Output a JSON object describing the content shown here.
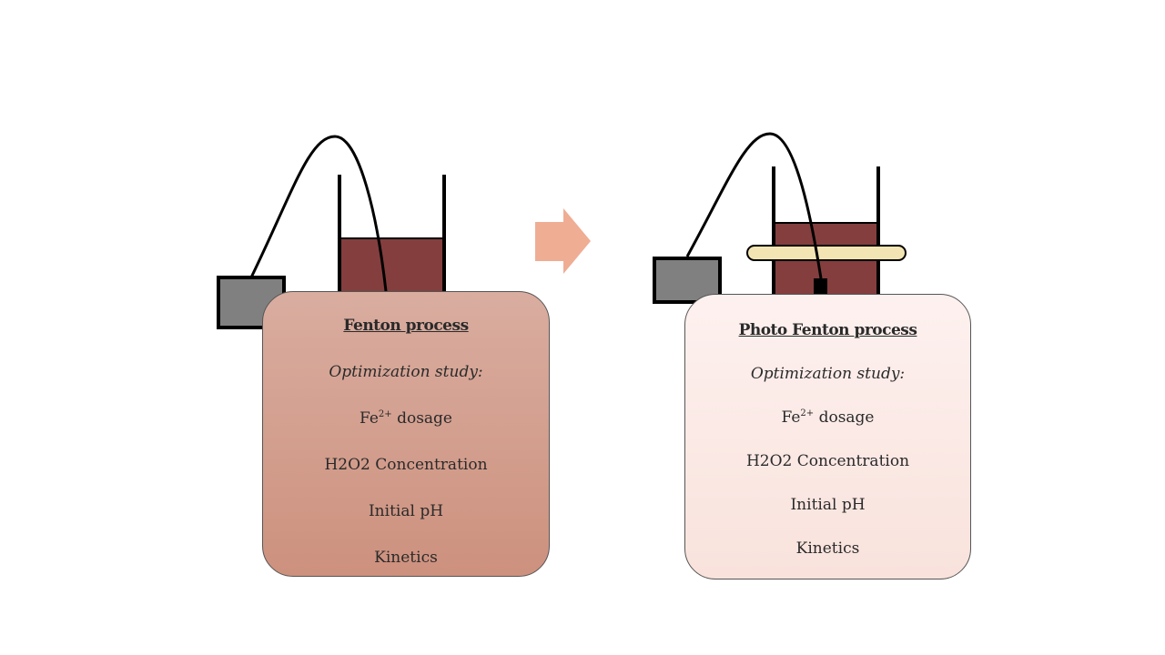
{
  "colors": {
    "liquid": "#843e3e",
    "power_supply": "#808080",
    "uv_lamp": "#f3e4b3",
    "arrow": "#efad94",
    "fenton_card_top": "#d9ada0",
    "fenton_card_bottom": "#cd917e",
    "photo_card_top": "#fdf1ef",
    "photo_card_bottom": "#f9e2dc"
  },
  "icons": {
    "left_setup": [
      "power-supply-icon",
      "beaker-icon",
      "electrode-wire-icon"
    ],
    "right_setup": [
      "power-supply-icon",
      "beaker-icon",
      "electrode-wire-icon",
      "uv-lamp-icon"
    ],
    "transition": "right-arrow-icon"
  },
  "fenton": {
    "title": "Fenton process",
    "subtitle": "Optimization study:",
    "item1_prefix": "Fe",
    "item1_sup": "2+",
    "item1_suffix": " dosage",
    "item2": "H2O2 Concentration",
    "item3": "Initial pH",
    "item4": "Kinetics"
  },
  "photo_fenton": {
    "title": "Photo Fenton process",
    "subtitle": "Optimization study:",
    "item1_prefix": "Fe",
    "item1_sup": "2+",
    "item1_suffix": " dosage",
    "item2": "H2O2 Concentration",
    "item3": "Initial pH",
    "item4": "Kinetics"
  }
}
